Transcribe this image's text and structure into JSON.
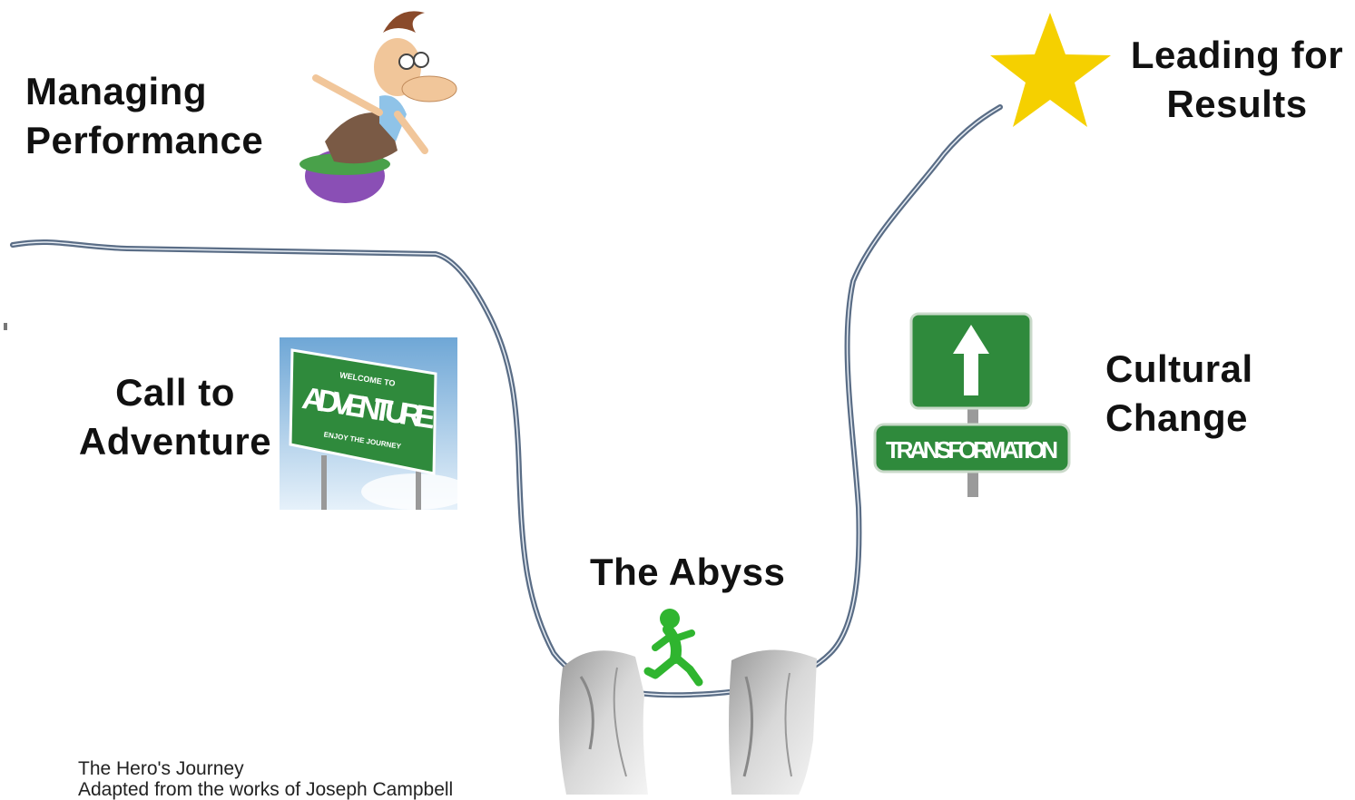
{
  "labels": {
    "managing_performance": [
      "Managing",
      "Performance"
    ],
    "leading_for_results": [
      "Leading for",
      "Results"
    ],
    "call_to_adventure": [
      "Call to",
      "Adventure"
    ],
    "cultural_change": [
      "Cultural",
      "Change"
    ],
    "the_abyss": "The Abyss"
  },
  "signs": {
    "adventure_top": "WELCOME TO",
    "adventure_main": "ADVENTURE",
    "adventure_bottom": "ENJOY THE JOURNEY",
    "transformation": "TRANSFORMATION"
  },
  "caption": {
    "line1": "The Hero's Journey",
    "line2": "Adapted from the works of Joseph Campbell"
  },
  "colors": {
    "path": "#5a6d86",
    "star": "#f5d000",
    "sign_green": "#2f8a3c",
    "runner_green": "#2fb52f"
  },
  "icons": [
    "star-icon",
    "adventure-sign-icon",
    "transformation-sign-icon",
    "runner-icon",
    "leaping-man-icon",
    "cliffs-icon"
  ]
}
